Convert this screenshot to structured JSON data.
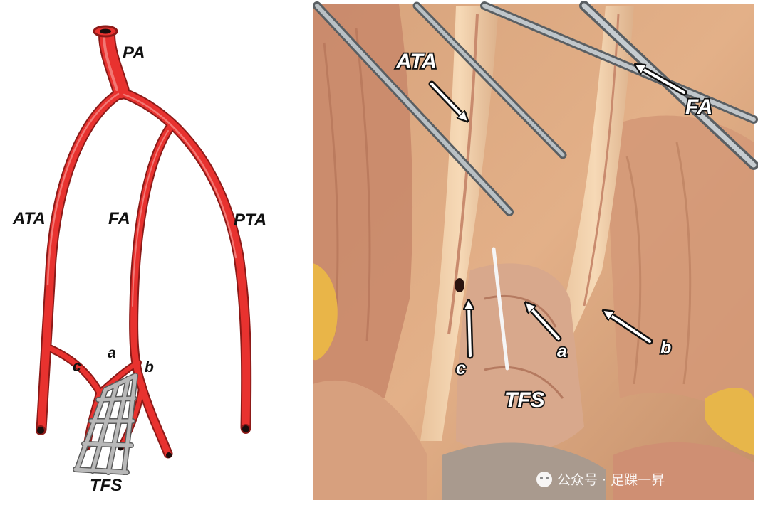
{
  "diagram": {
    "labels": {
      "pa": "PA",
      "ata": "ATA",
      "fa": "FA",
      "pta": "PTA",
      "a": "a",
      "b": "b",
      "c": "c",
      "tfs": "TFS"
    },
    "colors": {
      "artery": "#e8322f",
      "artery_outline": "#8c1a18",
      "plate": "#9a9a9a"
    }
  },
  "photo": {
    "labels": {
      "ata": "ATA",
      "fa": "FA",
      "a": "a",
      "b": "b",
      "c": "c",
      "tfs": "TFS"
    },
    "watermark": "公众号 · 足踝一昇"
  }
}
